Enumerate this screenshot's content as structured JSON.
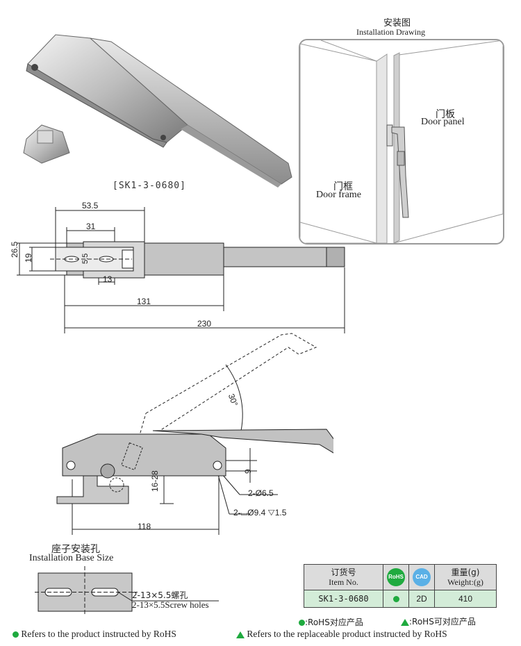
{
  "installation": {
    "title_cn": "安装图",
    "title_en": "Installation Drawing",
    "door_panel_cn": "门板",
    "door_panel_en": "Door panel",
    "door_frame_cn": "门框",
    "door_frame_en": "Door frame"
  },
  "model_label": "[SK1-3-0680]",
  "dimensions": {
    "d_53_5": "53.5",
    "d_31": "31",
    "d_26_5": "26.5",
    "d_19": "19",
    "d_5_5": "5.5",
    "d_13": "13",
    "d_131": "131",
    "d_230": "230",
    "d_30deg": "30°",
    "d_9": "9",
    "d_16_28": "16-28",
    "d_hole1": "2-Ø6.5",
    "d_hole2": "2-⌴Ø9.4 ▽1.5",
    "d_118": "118"
  },
  "base": {
    "title_cn": "座子安装孔",
    "title_en": "Installation Base Size",
    "screw_cn": "2-13×5.5螺孔",
    "screw_en": "2-13×5.5Screw holes"
  },
  "table": {
    "order_no_cn": "订货号",
    "order_no_en": "Item No.",
    "rohs_badge": "RoHS",
    "cad_badge": "CAD",
    "weight_cn": "重量(g)",
    "weight_en": "Weight:(g)",
    "item_no": "SK1-3-0680",
    "cad_type": "2D",
    "weight": "410"
  },
  "legend": {
    "rohs_cn": ":RoHS对应产品",
    "replaceable_cn": ":RoHS可对应产品",
    "rohs_en": "Refers to the product instructed by RoHS",
    "replaceable_en": "Refers to the replaceable product instructed by RoHS"
  },
  "colors": {
    "rohs_green": "#1faa3f",
    "cad_blue": "#5ab0e6",
    "frame_grey": "#9a9a9a"
  }
}
